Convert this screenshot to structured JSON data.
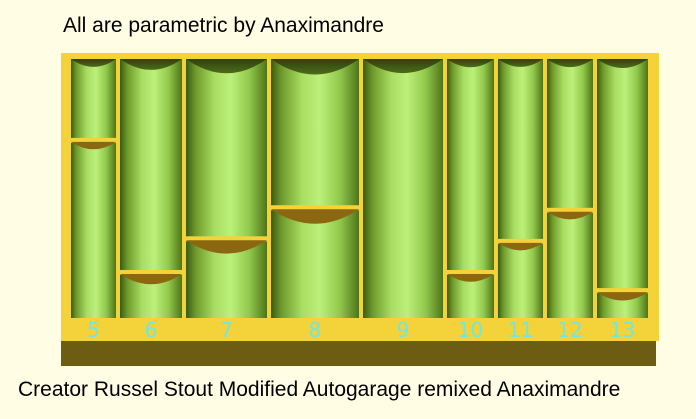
{
  "title": "All are parametric by Anaximandre",
  "credits": "Creator Russel Stout Modified Autogarage  remixed Anaximandre",
  "colors": {
    "background": "#fffee5",
    "frame": "#f3d23a",
    "frame_shadow": "#6d5d12",
    "tube_light": "#b5ea70",
    "tube_dark": "#2f4a10",
    "slot_bottom": "#8a6710",
    "label": "#6ee8e0"
  },
  "slots": [
    {
      "label": "5",
      "fill": 0.68
    },
    {
      "label": "6",
      "fill": 0.17
    },
    {
      "label": "7",
      "fill": 0.3
    },
    {
      "label": "8",
      "fill": 0.42
    },
    {
      "label": "9",
      "fill": 0.0
    },
    {
      "label": "10",
      "fill": 0.17
    },
    {
      "label": "11",
      "fill": 0.29
    },
    {
      "label": "12",
      "fill": 0.41
    },
    {
      "label": "13",
      "fill": 0.1
    }
  ]
}
